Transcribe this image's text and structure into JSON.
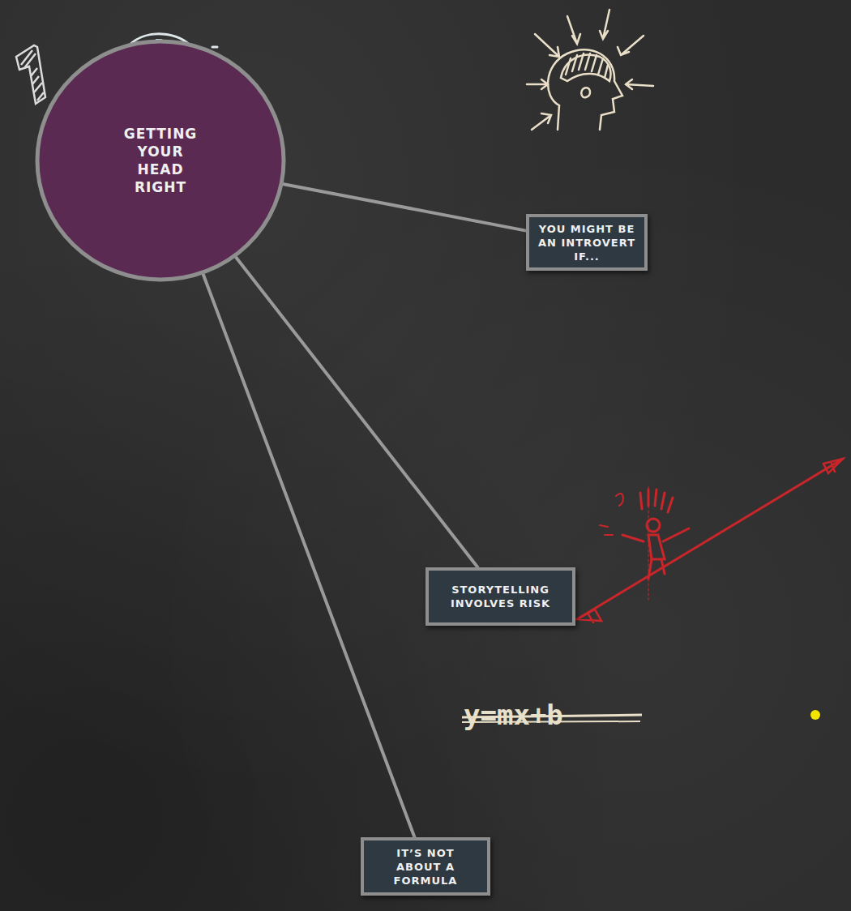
{
  "diagram": {
    "nodes": [
      {
        "text": [
          "GETTING YOUR HEAD RIGHT"
        ]
      },
      {
        "text": [
          "YOU MIGHT BE AN INTROVERT IF..."
        ]
      },
      {
        "text": [
          "STORYTELLING INVOLVES RISK"
        ]
      },
      {
        "text": [
          "IT’S NOT ABOUT A FORMULA"
        ]
      }
    ],
    "edges": [
      {
        "from": 0,
        "to": 1,
        "arrow": "none"
      },
      {
        "from": 0,
        "to": 2,
        "arrow": "none"
      },
      {
        "from": 0,
        "to": 3,
        "arrow": "none"
      }
    ],
    "labels": [
      "1",
      "R",
      "y=mx+b"
    ]
  }
}
